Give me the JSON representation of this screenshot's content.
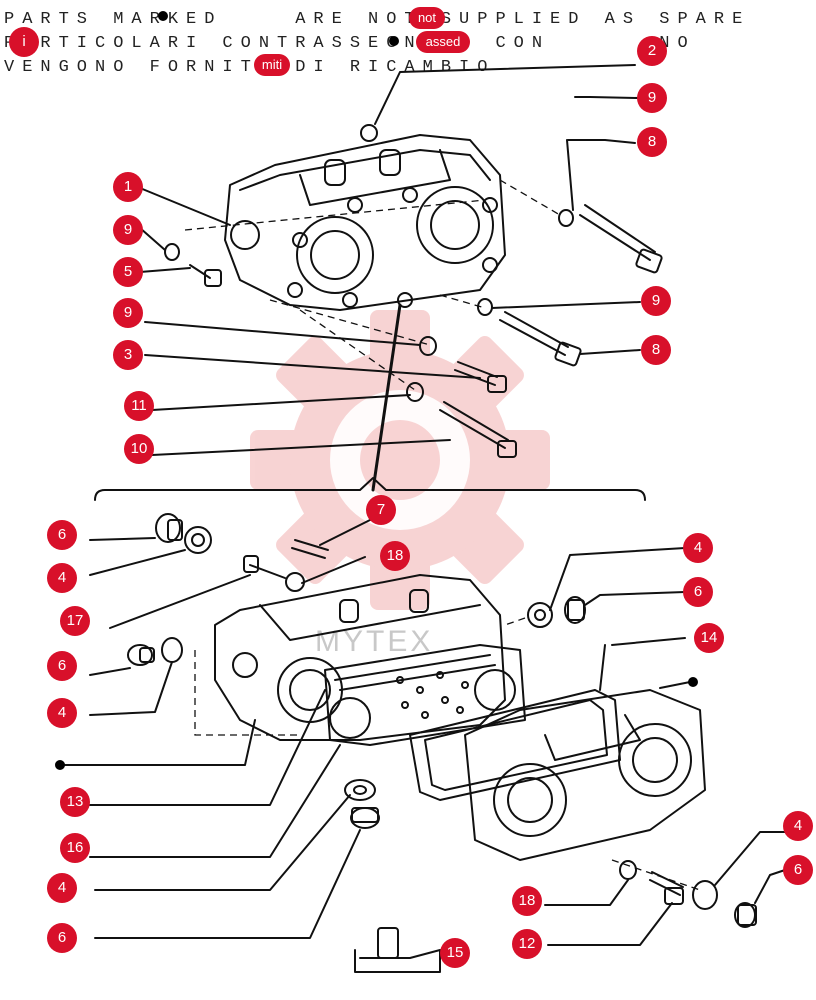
{
  "header": {
    "line1": "PARTS MARKED    ARE NOT SUPPLIED AS SPARE",
    "line2": "PARTICOLARI CONTRASSEGNATI CON      NO",
    "line3": "VENGONO FORNITI DI RICAMBIO"
  },
  "pills": {
    "not": "not",
    "assed": "assed",
    "miti": "miti",
    "i": "i"
  },
  "watermark": {
    "text": "MYTEX",
    "color": "#e8202a"
  },
  "accent_color": "#d8102a",
  "callouts": [
    "1",
    "2",
    "3",
    "4",
    "4",
    "4",
    "4",
    "4",
    "5",
    "6",
    "6",
    "6",
    "6",
    "6",
    "7",
    "8",
    "8",
    "9",
    "9",
    "9",
    "9",
    "10",
    "11",
    "12",
    "13",
    "14",
    "15",
    "16",
    "17",
    "18",
    "18"
  ]
}
